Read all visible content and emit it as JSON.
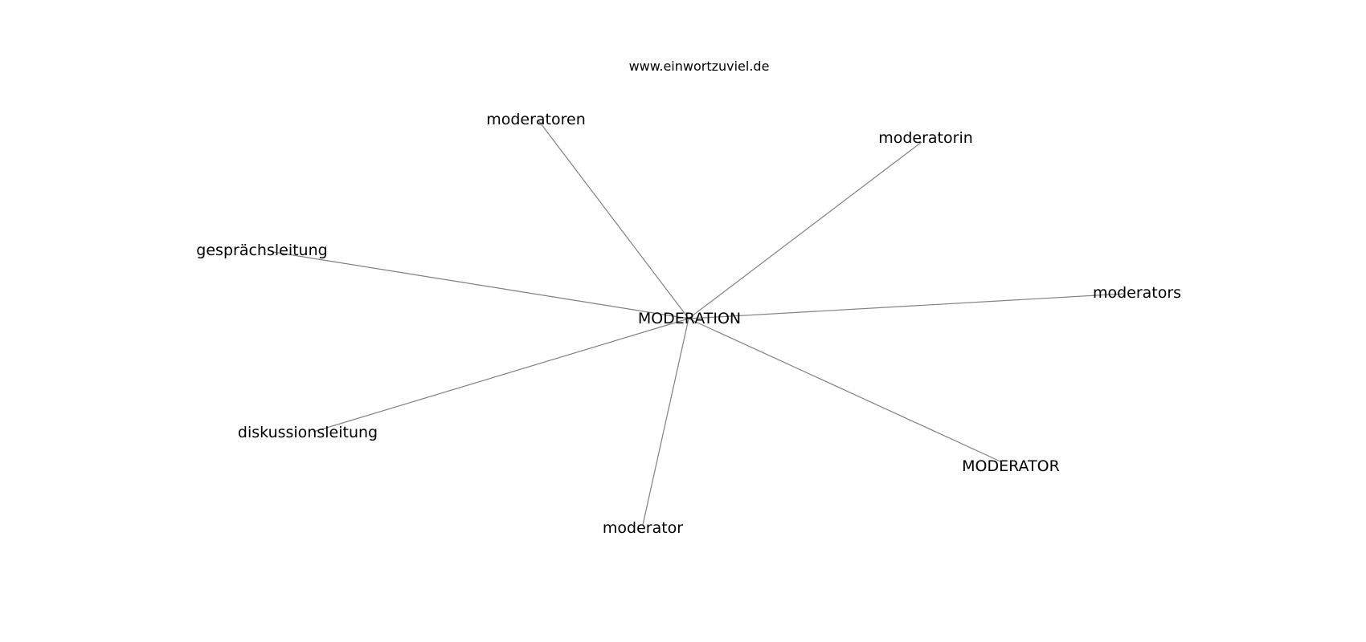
{
  "watermark": "www.einwortzuviel.de",
  "center": {
    "label": "MODERATION"
  },
  "nodes": [
    {
      "id": "moderatoren",
      "label": "moderatoren"
    },
    {
      "id": "moderatorin",
      "label": "moderatorin"
    },
    {
      "id": "gespraechsleitung",
      "label": "gesprächsleitung"
    },
    {
      "id": "moderators",
      "label": "moderators"
    },
    {
      "id": "diskussionsleitung",
      "label": "diskussionsleitung"
    },
    {
      "id": "moderator-upper",
      "label": "MODERATOR"
    },
    {
      "id": "moderator",
      "label": "moderator"
    }
  ],
  "colors": {
    "edge": "#808080",
    "text": "#000000",
    "background": "#ffffff"
  }
}
